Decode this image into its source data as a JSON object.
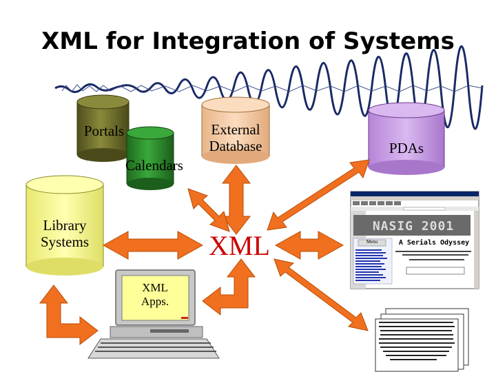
{
  "slide": {
    "title": "XML for Integration of Systems",
    "center_label": "XML"
  },
  "nodes": {
    "portals": "Portals",
    "calendars": "Calendars",
    "external_db_line1": "External",
    "external_db_line2": "Database",
    "pdas": "PDAs",
    "library_line1": "Library",
    "library_line2": "Systems",
    "xml_apps_line1": "XML",
    "xml_apps_line2": "Apps."
  },
  "screenshot": {
    "banner": "NASIG 2001",
    "subtitle": "A Serials Odyssey",
    "menu_label": "Menu"
  },
  "colors": {
    "arrow": "#f07020",
    "arrow_stroke": "#b84a00",
    "xml_text": "#cc0000",
    "portals": "#6b6b2a",
    "calendars": "#2e8b2e",
    "external_db": "#f6c9a0",
    "pdas": "#c9a0e6",
    "library": "#ffff99",
    "monitor_screen": "#ffff99"
  }
}
